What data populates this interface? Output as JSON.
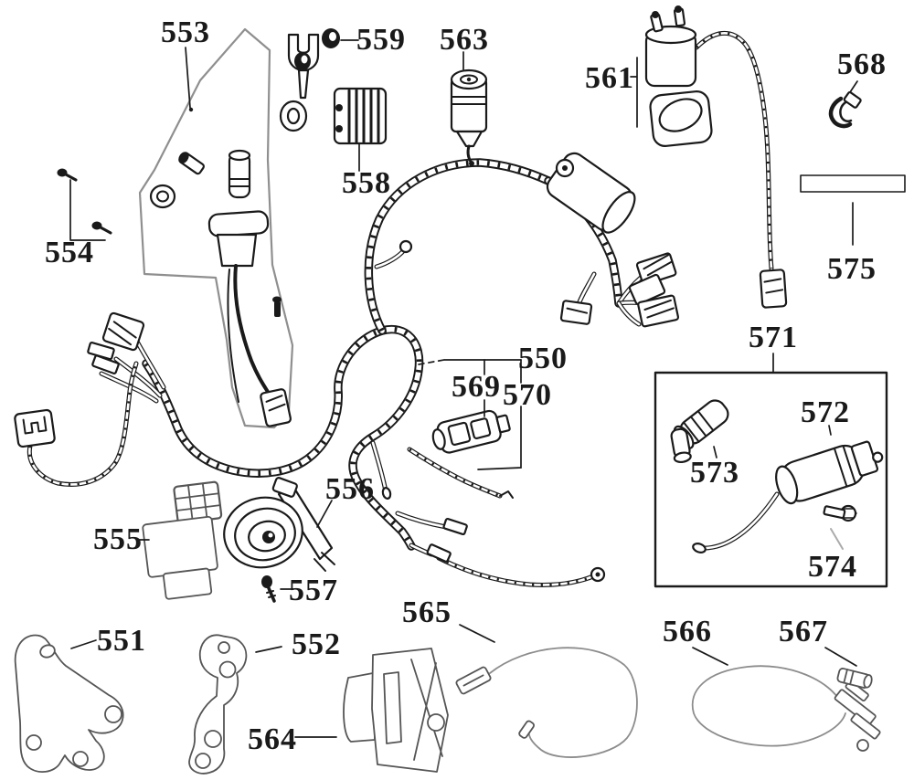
{
  "labels": {
    "p550": "550",
    "p551": "551",
    "p552": "552",
    "p553": "553",
    "p554": "554",
    "p555": "555",
    "p556": "556",
    "p557": "557",
    "p558": "558",
    "p559": "559",
    "p561": "561",
    "p563": "563",
    "p564": "564",
    "p565": "565",
    "p566": "566",
    "p567": "567",
    "p568": "568",
    "p569": "569",
    "p570": "570",
    "p571": "571",
    "p572": "572",
    "p573": "573",
    "p574": "574",
    "p575": "575"
  },
  "colors": {
    "ink": "#1a1a1a",
    "outline_gray": "#8f8f8f",
    "part_gray": "#555555",
    "cable_gray": "#8c8c8c",
    "leader_gray": "#ababab",
    "background": "#ffffff"
  }
}
